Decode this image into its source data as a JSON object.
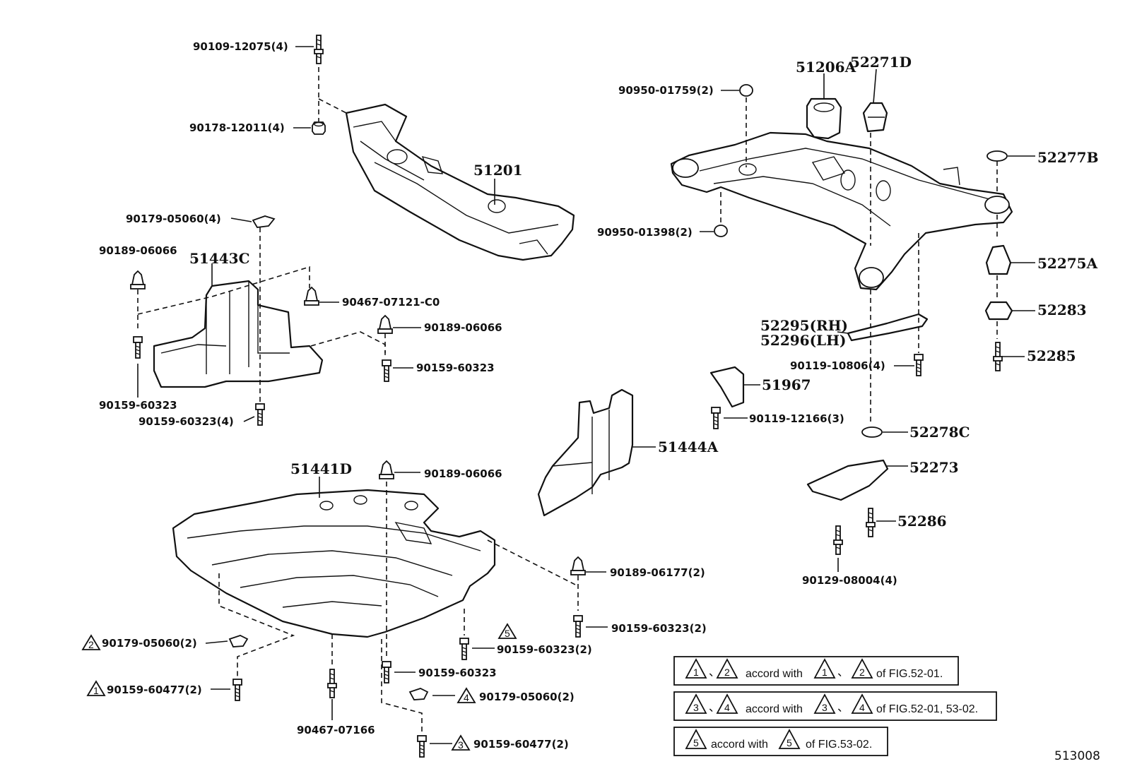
{
  "figure_code": "513008",
  "labels": {
    "l01": "90109-12075(4)",
    "l02": "90178-12011(4)",
    "l03": "51201",
    "l04": "90179-05060(4)",
    "l05": "90189-06066",
    "l06": "51443C",
    "l07": "90467-07121-C0",
    "l08": "90189-06066",
    "l09": "90159-60323",
    "l10": "90159-60323",
    "l11": "90159-60323(4)",
    "l12": "51206A",
    "l13": "52271D",
    "l14": "90950-01759(2)",
    "l15": "52277B",
    "l16": "90950-01398(2)",
    "l17": "52275A",
    "l18": "52283",
    "l19": "52295(RH)",
    "l20": "52296(LH)",
    "l21": "52285",
    "l22": "90119-10806(4)",
    "l23": "51967",
    "l24": "90119-12166(3)",
    "l25": "52278C",
    "l26": "51444A",
    "l27": "52273",
    "l28": "52286",
    "l29": "90129-08004(4)",
    "l30": "51441D",
    "l31": "90189-06066",
    "l32": "90189-06177(2)",
    "l33": "90159-60323(2)",
    "l34": "90179-05060(2)",
    "l35": "90159-60323(2)",
    "l36": "90159-60477(2)",
    "l37": "90159-60323",
    "l38": "90179-05060(2)",
    "l39": "90467-07166",
    "l40": "90159-60477(2)"
  },
  "triangles": {
    "t1": "2",
    "t2": "5",
    "t3": "1",
    "t4": "4",
    "t5": "3"
  },
  "notes": {
    "n1": {
      "a": "1",
      "b": "2",
      "c": "1",
      "d": "2",
      "mid": "accord with",
      "tail": "of FIG.52-01."
    },
    "n2": {
      "a": "3",
      "b": "4",
      "c": "3",
      "d": "4",
      "mid": "accord with",
      "tail": "of FIG.52-01, 53-02."
    },
    "n3": {
      "a": "5",
      "c": "5",
      "mid": "accord with",
      "tail": "of FIG.53-02."
    }
  },
  "icons": {
    "bolt": "bolt-icon",
    "nut": "nut-icon",
    "clip": "clip-icon",
    "triangle": "triangle-mark-icon"
  }
}
